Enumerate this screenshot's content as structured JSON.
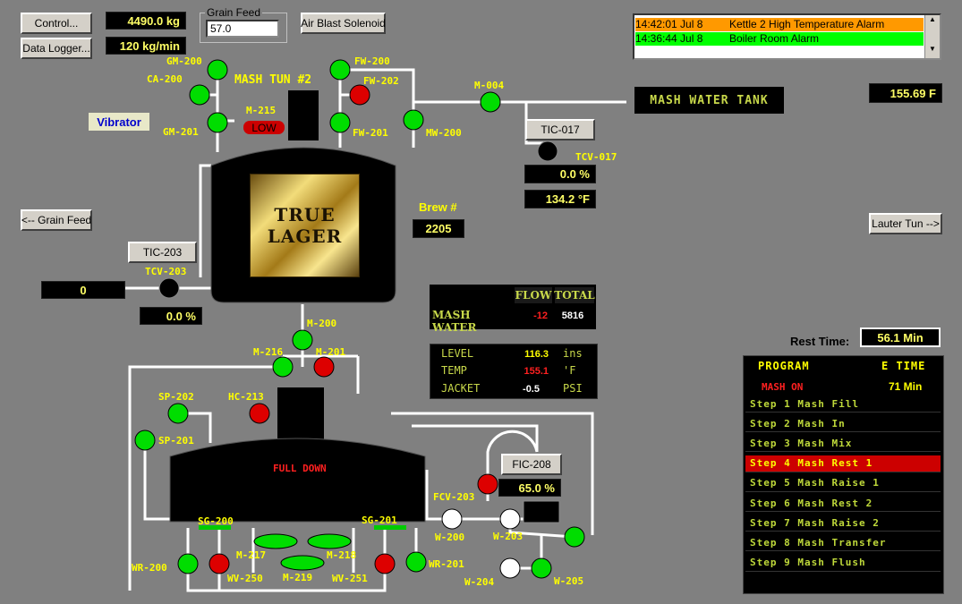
{
  "toolbar": {
    "control_label": "Control...",
    "datalogger_label": "Data Logger...",
    "weight_value": "4490.0 kg",
    "rate_value": "120 kg/min",
    "grain_feed_group": "Grain Feed",
    "grain_feed_value": "57.0",
    "air_blast_label": "Air Blast Solenoid",
    "grain_feed_nav": "<-- Grain Feed",
    "lauter_nav": "Lauter Tun -->",
    "vibrator_label": "Vibrator"
  },
  "alarms": [
    {
      "time": "14:42:01 Jul 8",
      "text": "Kettle 2 High Temperature Alarm",
      "color": "#ff9900"
    },
    {
      "time": "14:36:44 Jul 8",
      "text": "Boiler Room Alarm",
      "color": "#00ff00"
    }
  ],
  "mash_water_tank": {
    "label": "MASH WATER TANK",
    "temp": "155.69  F"
  },
  "tic017": {
    "label": "TIC-017",
    "tcv_label": "TCV-017",
    "output": "0.0 %",
    "temp": "134.2 °F"
  },
  "tic203": {
    "label": "TIC-203",
    "tcv_label": "TCV-203",
    "setpoint": "0",
    "output": "0.0 %"
  },
  "mash_tun": {
    "title": "MASH TUN #2",
    "logo_line1": "TRUE",
    "logo_line2": "LAGER",
    "m215_label": "M-215",
    "m215_status": "LOW"
  },
  "brew": {
    "label": "Brew #",
    "value": "2205"
  },
  "valves": {
    "gm200": "GM-200",
    "ca200": "CA-200",
    "gm201": "GM-201",
    "fw200": "FW-200",
    "fw202": "FW-202",
    "fw201": "FW-201",
    "mw200": "MW-200",
    "m004": "M-004",
    "m200": "M-200",
    "m216": "M-216",
    "m201": "M-201",
    "sp202": "SP-202",
    "hc213": "HC-213",
    "sp201": "SP-201",
    "fcv203": "FCV-203",
    "w200": "W-200",
    "w203": "W-203",
    "w204": "W-204",
    "w205": "W-205",
    "wr200": "WR-200",
    "wr201": "WR-201",
    "wv250": "WV-250",
    "wv251": "WV-251",
    "m217": "M-217",
    "m218": "M-218",
    "m219": "M-219",
    "sg200": "SG-200",
    "sg201": "SG-201"
  },
  "flow_table": {
    "headers": [
      "FLOW",
      "TOTAL"
    ],
    "row_label": "MASH WATER",
    "flow": "-12",
    "total": "5816"
  },
  "readings": [
    {
      "name": "LEVEL",
      "value": "116.3",
      "unit": "ins"
    },
    {
      "name": "TEMP",
      "value": "155.1",
      "unit": "'F"
    },
    {
      "name": "JACKET",
      "value": "-0.5",
      "unit": "PSI"
    }
  ],
  "lauter": {
    "status": "FULL DOWN"
  },
  "fic208": {
    "label": "FIC-208",
    "output": "65.0 %"
  },
  "rest_time": {
    "label": "Rest Time:",
    "value": "56.1 Min"
  },
  "program": {
    "header_program": "PROGRAM",
    "header_etime": "E TIME",
    "status": "MASH ON",
    "status_time": "71 Min",
    "steps": [
      "Step 1 Mash Fill",
      "Step 2 Mash In",
      "Step 3 Mash Mix",
      "Step 4 Mash Rest 1",
      "Step 5 Mash Raise 1",
      "Step 6 Mash Rest 2",
      "Step 7 Mash Raise 2",
      "Step 8 Mash Transfer",
      "Step 9 Mash Flush"
    ],
    "active_step_index": 3
  },
  "colors": {
    "background": "#808080",
    "pipe": "#ffffff",
    "valve_open": "#00dd00",
    "valve_closed": "#dd0000",
    "label": "#ffff00",
    "active_step": "#cc0000"
  }
}
